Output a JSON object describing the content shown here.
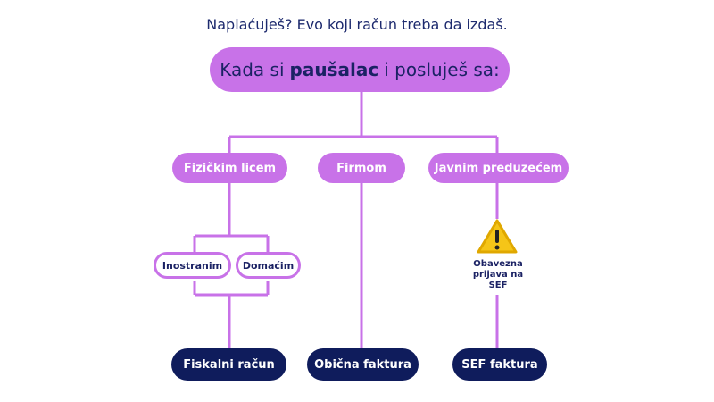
{
  "title": "Naplaćuješ? Evo koji račun treba da izdaš.",
  "root": {
    "before": "Kada si",
    "bold": "paušalac",
    "after": "i posluješ sa:"
  },
  "branches": [
    "Fizičkim licem",
    "Firmom",
    "Javnim preduzećem"
  ],
  "sub_branches": [
    "Inostranim",
    "Domaćim"
  ],
  "warning_note": "Obavezna prijava na SEF",
  "results": [
    "Fiskalni račun",
    "Obična faktura",
    "SEF faktura"
  ],
  "colors": {
    "accent": "#c872e8",
    "navy": "#0f1c5c",
    "warning": "#f5c518"
  }
}
